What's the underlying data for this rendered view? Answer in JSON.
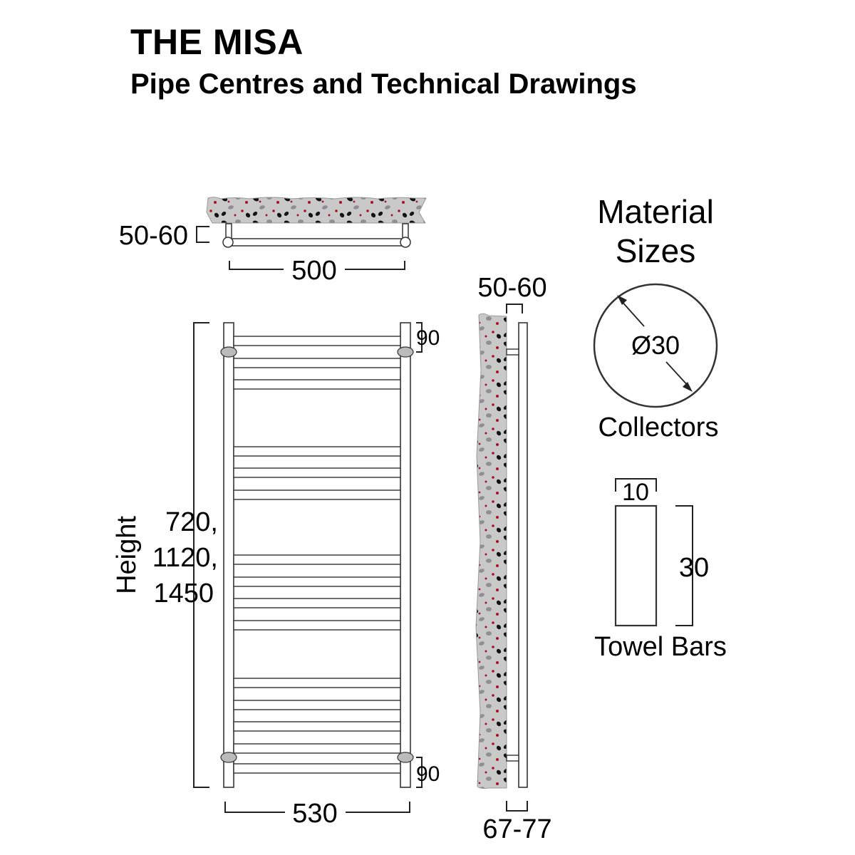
{
  "header": {
    "title": "THE MISA",
    "subtitle": "Pipe Centres and Technical Drawings"
  },
  "top_view": {
    "wall_gap": "50-60",
    "pipe_centres": "500"
  },
  "front_view": {
    "height_label": "Height",
    "heights": [
      "720,",
      "1120,",
      "1450"
    ],
    "bracket_offset_top": "90",
    "bracket_offset_bottom": "90",
    "overall_width": "530"
  },
  "side_view": {
    "wall_gap": "50-60",
    "overall_depth": "67-77"
  },
  "material_sizes": {
    "heading_line1": "Material",
    "heading_line2": "Sizes",
    "collector_diameter": "Ø30",
    "collector_label": "Collectors",
    "towel_bar_width": "10",
    "towel_bar_height": "30",
    "towel_bar_label": "Towel Bars"
  },
  "colors": {
    "line": "#2a2a2a",
    "wall_fill": "#c9c9c9",
    "aggregate_dark": "#111111",
    "aggregate_grey": "#8f8f8f",
    "aggregate_red": "#a3122c"
  }
}
